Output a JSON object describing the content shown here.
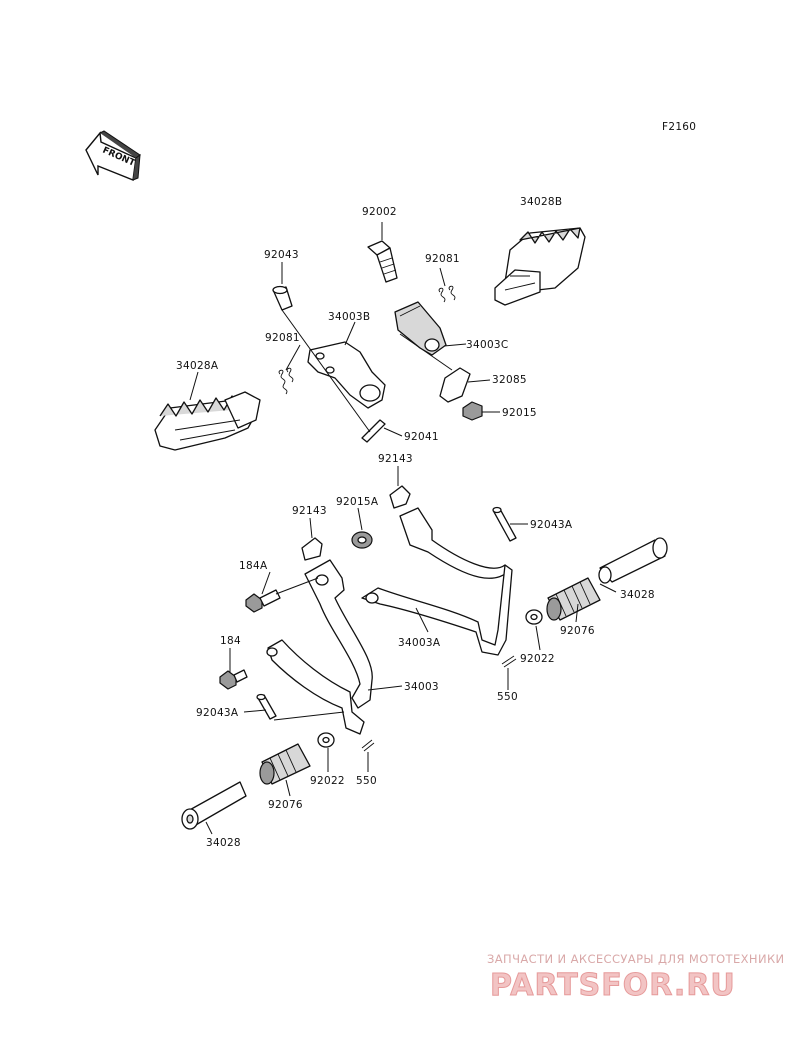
{
  "diagram_code": "F2160",
  "front_arrow_text": "FRONT",
  "labels": {
    "p92002": "92002",
    "p34028B": "34028B",
    "p92043_top": "92043",
    "p92081_top": "92081",
    "p34003B": "34003B",
    "p34003C": "34003C",
    "p92081_left": "92081",
    "p32085": "32085",
    "p34028A": "34028A",
    "p92015": "92015",
    "p92041": "92041",
    "p92143_top": "92143",
    "p92143_left": "92143",
    "p92015A": "92015A",
    "p92043A_right": "92043A",
    "p184A": "184A",
    "p34028_right": "34028",
    "p92076_right": "92076",
    "p34003A": "34003A",
    "p92022_right": "92022",
    "p184": "184",
    "p550_right": "550",
    "p34003": "34003",
    "p92043A_left": "92043A",
    "p92022_left": "92022",
    "p550_left": "550",
    "p92076_left": "92076",
    "p34028_left": "34028"
  },
  "watermark": {
    "tagline": "ЗАПЧАСТИ И АКСЕССУАРЫ ДЛЯ МОТОТЕХНИКИ",
    "brand": "PARTSFOR.RU"
  }
}
